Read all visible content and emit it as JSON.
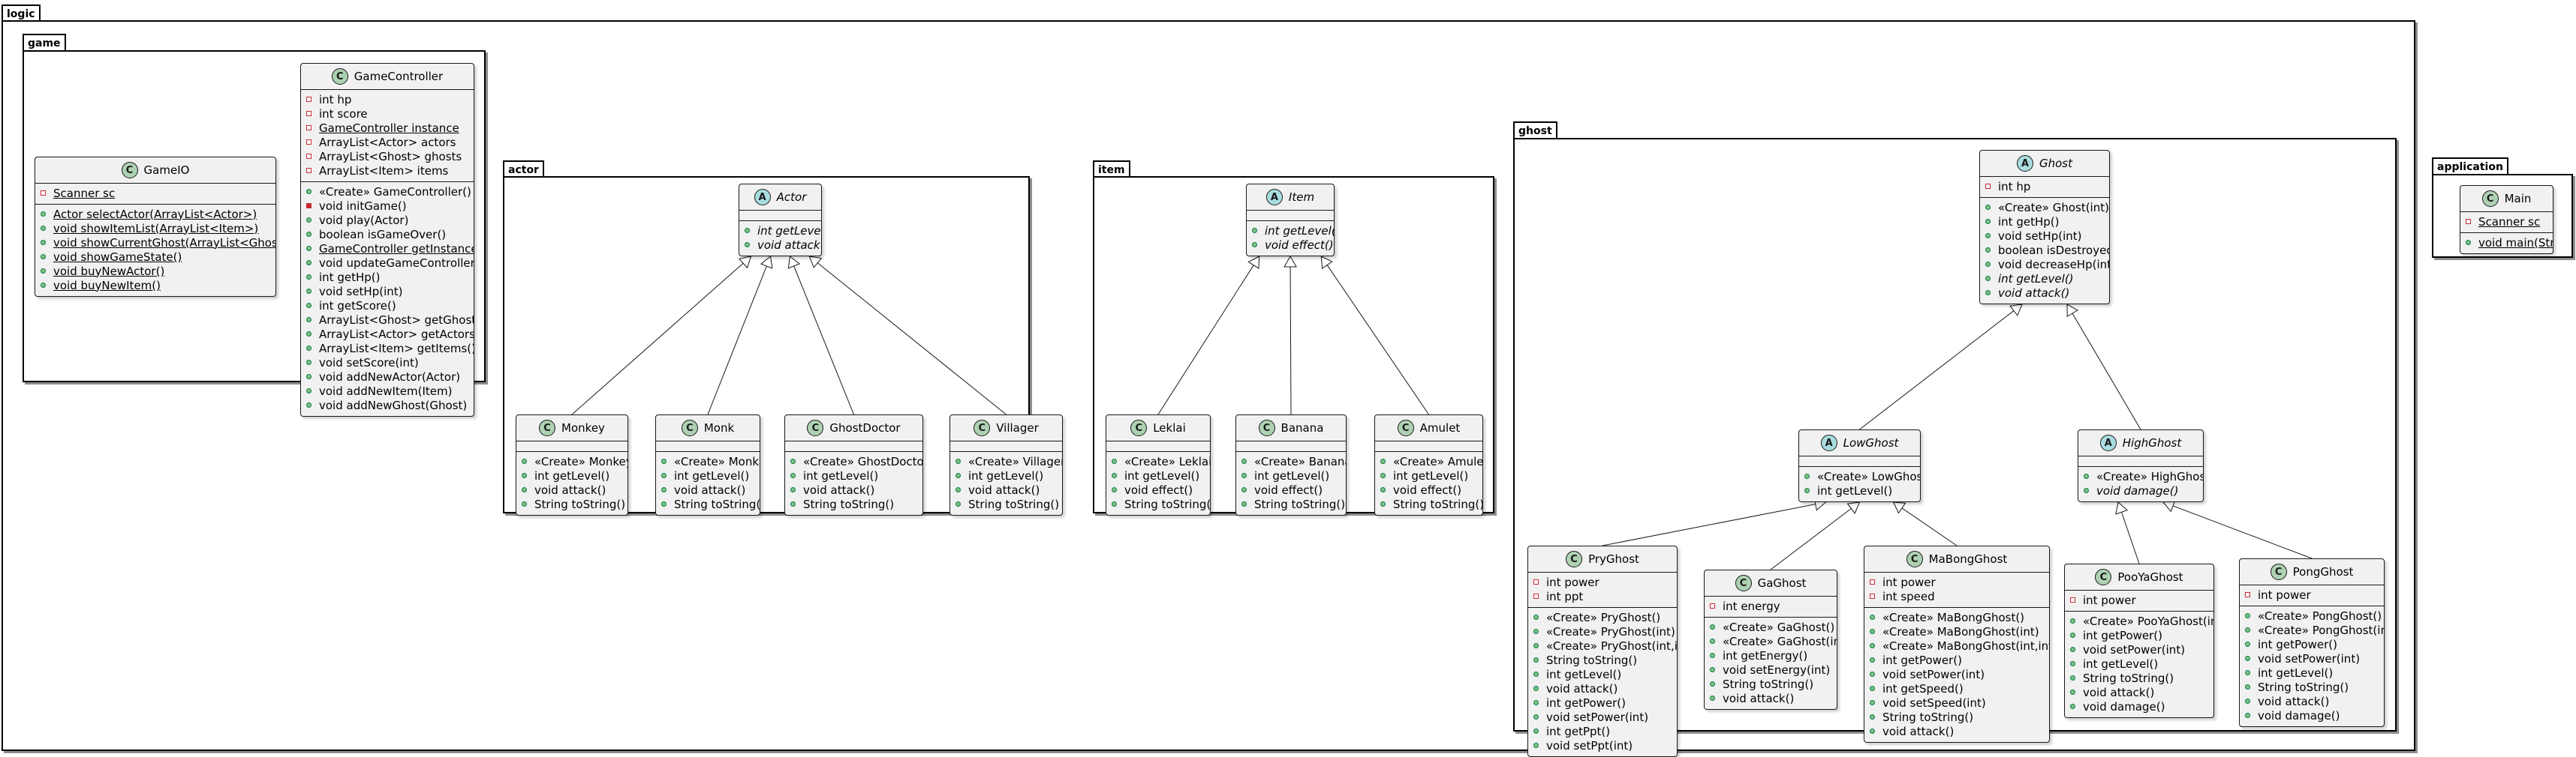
{
  "packages": {
    "logic": "logic",
    "game": "game",
    "actor": "actor",
    "item": "item",
    "ghost": "ghost",
    "application": "application"
  },
  "colors": {
    "class_fill": "#f1f1f1",
    "class_icon": "#add1b2",
    "abstract_icon": "#a9dcdf",
    "private_marker": "#c82930",
    "public_marker": "#84be84"
  },
  "classes": {
    "gameio": {
      "name": "GameIO",
      "kind": "C",
      "fields": [
        {
          "vis": "private",
          "text": "Scanner sc",
          "static": true
        }
      ],
      "methods": [
        {
          "vis": "public",
          "text": "Actor selectActor(ArrayList<Actor>)",
          "static": true
        },
        {
          "vis": "public",
          "text": "void showItemList(ArrayList<Item>)",
          "static": true
        },
        {
          "vis": "public",
          "text": "void showCurrentGhost(ArrayList<Ghost>)",
          "static": true
        },
        {
          "vis": "public",
          "text": "void showGameState()",
          "static": true
        },
        {
          "vis": "public",
          "text": "void buyNewActor()",
          "static": true
        },
        {
          "vis": "public",
          "text": "void buyNewItem()",
          "static": true
        }
      ]
    },
    "gamecontroller": {
      "name": "GameController",
      "kind": "C",
      "fields": [
        {
          "vis": "private",
          "text": "int hp"
        },
        {
          "vis": "private",
          "text": "int score"
        },
        {
          "vis": "private",
          "text": "GameController instance",
          "static": true
        },
        {
          "vis": "private",
          "text": "ArrayList<Actor> actors"
        },
        {
          "vis": "private",
          "text": "ArrayList<Ghost> ghosts"
        },
        {
          "vis": "private",
          "text": "ArrayList<Item> items"
        }
      ],
      "methods": [
        {
          "vis": "public",
          "text": "«Create» GameController()"
        },
        {
          "vis": "private_m",
          "text": "void initGame()"
        },
        {
          "vis": "public",
          "text": "void play(Actor)"
        },
        {
          "vis": "public",
          "text": "boolean isGameOver()"
        },
        {
          "vis": "public",
          "text": "GameController getInstance()",
          "static": true
        },
        {
          "vis": "public",
          "text": "void updateGameController()"
        },
        {
          "vis": "public",
          "text": "int getHp()"
        },
        {
          "vis": "public",
          "text": "void setHp(int)"
        },
        {
          "vis": "public",
          "text": "int getScore()"
        },
        {
          "vis": "public",
          "text": "ArrayList<Ghost> getGhosts()"
        },
        {
          "vis": "public",
          "text": "ArrayList<Actor> getActors()"
        },
        {
          "vis": "public",
          "text": "ArrayList<Item> getItems()"
        },
        {
          "vis": "public",
          "text": "void setScore(int)"
        },
        {
          "vis": "public",
          "text": "void addNewActor(Actor)"
        },
        {
          "vis": "public",
          "text": "void addNewItem(Item)"
        },
        {
          "vis": "public",
          "text": "void addNewGhost(Ghost)"
        }
      ]
    },
    "actor": {
      "name": "Actor",
      "kind": "A",
      "fields": [],
      "methods": [
        {
          "vis": "public",
          "text": "int getLevel()",
          "abstract": true
        },
        {
          "vis": "public",
          "text": "void attack()",
          "abstract": true
        }
      ]
    },
    "monkey": {
      "name": "Monkey",
      "kind": "C",
      "fields": [],
      "methods": [
        {
          "vis": "public",
          "text": "«Create» Monkey()"
        },
        {
          "vis": "public",
          "text": "int getLevel()"
        },
        {
          "vis": "public",
          "text": "void attack()"
        },
        {
          "vis": "public",
          "text": "String toString()"
        }
      ]
    },
    "monk": {
      "name": "Monk",
      "kind": "C",
      "fields": [],
      "methods": [
        {
          "vis": "public",
          "text": "«Create» Monk()"
        },
        {
          "vis": "public",
          "text": "int getLevel()"
        },
        {
          "vis": "public",
          "text": "void attack()"
        },
        {
          "vis": "public",
          "text": "String toString()"
        }
      ]
    },
    "ghostdoctor": {
      "name": "GhostDoctor",
      "kind": "C",
      "fields": [],
      "methods": [
        {
          "vis": "public",
          "text": "«Create» GhostDoctor()"
        },
        {
          "vis": "public",
          "text": "int getLevel()"
        },
        {
          "vis": "public",
          "text": "void attack()"
        },
        {
          "vis": "public",
          "text": "String toString()"
        }
      ]
    },
    "villager": {
      "name": "Villager",
      "kind": "C",
      "fields": [],
      "methods": [
        {
          "vis": "public",
          "text": "«Create» Villager()"
        },
        {
          "vis": "public",
          "text": "int getLevel()"
        },
        {
          "vis": "public",
          "text": "void attack()"
        },
        {
          "vis": "public",
          "text": "String toString()"
        }
      ]
    },
    "item": {
      "name": "Item",
      "kind": "A",
      "fields": [],
      "methods": [
        {
          "vis": "public",
          "text": "int getLevel()",
          "abstract": true
        },
        {
          "vis": "public",
          "text": "void effect()",
          "abstract": true
        }
      ]
    },
    "leklai": {
      "name": "Leklai",
      "kind": "C",
      "fields": [],
      "methods": [
        {
          "vis": "public",
          "text": "«Create» Leklai()"
        },
        {
          "vis": "public",
          "text": "int getLevel()"
        },
        {
          "vis": "public",
          "text": "void effect()"
        },
        {
          "vis": "public",
          "text": "String toString()"
        }
      ]
    },
    "banana": {
      "name": "Banana",
      "kind": "C",
      "fields": [],
      "methods": [
        {
          "vis": "public",
          "text": "«Create» Banana()"
        },
        {
          "vis": "public",
          "text": "int getLevel()"
        },
        {
          "vis": "public",
          "text": "void effect()"
        },
        {
          "vis": "public",
          "text": "String toString()"
        }
      ]
    },
    "amulet": {
      "name": "Amulet",
      "kind": "C",
      "fields": [],
      "methods": [
        {
          "vis": "public",
          "text": "«Create» Amulet()"
        },
        {
          "vis": "public",
          "text": "int getLevel()"
        },
        {
          "vis": "public",
          "text": "void effect()"
        },
        {
          "vis": "public",
          "text": "String toString()"
        }
      ]
    },
    "ghost": {
      "name": "Ghost",
      "kind": "A",
      "fields": [
        {
          "vis": "private",
          "text": "int hp"
        }
      ],
      "methods": [
        {
          "vis": "public",
          "text": "«Create» Ghost(int)"
        },
        {
          "vis": "public",
          "text": "int getHp()"
        },
        {
          "vis": "public",
          "text": "void setHp(int)"
        },
        {
          "vis": "public",
          "text": "boolean isDestroyed()"
        },
        {
          "vis": "public",
          "text": "void decreaseHp(int)"
        },
        {
          "vis": "public",
          "text": "int getLevel()",
          "abstract": true
        },
        {
          "vis": "public",
          "text": "void attack()",
          "abstract": true
        }
      ]
    },
    "lowghost": {
      "name": "LowGhost",
      "kind": "A",
      "fields": [],
      "methods": [
        {
          "vis": "public",
          "text": "«Create» LowGhost()"
        },
        {
          "vis": "public",
          "text": "int getLevel()"
        }
      ]
    },
    "highghost": {
      "name": "HighGhost",
      "kind": "A",
      "fields": [],
      "methods": [
        {
          "vis": "public",
          "text": "«Create» HighGhost()"
        },
        {
          "vis": "public",
          "text": "void damage()",
          "abstract": true
        }
      ]
    },
    "pryghost": {
      "name": "PryGhost",
      "kind": "C",
      "fields": [
        {
          "vis": "private",
          "text": "int power"
        },
        {
          "vis": "private",
          "text": "int ppt"
        }
      ],
      "methods": [
        {
          "vis": "public",
          "text": "«Create» PryGhost()"
        },
        {
          "vis": "public",
          "text": "«Create» PryGhost(int)"
        },
        {
          "vis": "public",
          "text": "«Create» PryGhost(int,int)"
        },
        {
          "vis": "public",
          "text": "String toString()"
        },
        {
          "vis": "public",
          "text": "int getLevel()"
        },
        {
          "vis": "public",
          "text": "void attack()"
        },
        {
          "vis": "public",
          "text": "int getPower()"
        },
        {
          "vis": "public",
          "text": "void setPower(int)"
        },
        {
          "vis": "public",
          "text": "int getPpt()"
        },
        {
          "vis": "public",
          "text": "void setPpt(int)"
        }
      ]
    },
    "gaghost": {
      "name": "GaGhost",
      "kind": "C",
      "fields": [
        {
          "vis": "private",
          "text": "int energy"
        }
      ],
      "methods": [
        {
          "vis": "public",
          "text": "«Create» GaGhost()"
        },
        {
          "vis": "public",
          "text": "«Create» GaGhost(int)"
        },
        {
          "vis": "public",
          "text": "int getEnergy()"
        },
        {
          "vis": "public",
          "text": "void setEnergy(int)"
        },
        {
          "vis": "public",
          "text": "String toString()"
        },
        {
          "vis": "public",
          "text": "void attack()"
        }
      ]
    },
    "mabongghost": {
      "name": "MaBongGhost",
      "kind": "C",
      "fields": [
        {
          "vis": "private",
          "text": "int power"
        },
        {
          "vis": "private",
          "text": "int speed"
        }
      ],
      "methods": [
        {
          "vis": "public",
          "text": "«Create» MaBongGhost()"
        },
        {
          "vis": "public",
          "text": "«Create» MaBongGhost(int)"
        },
        {
          "vis": "public",
          "text": "«Create» MaBongGhost(int,int)"
        },
        {
          "vis": "public",
          "text": "int getPower()"
        },
        {
          "vis": "public",
          "text": "void setPower(int)"
        },
        {
          "vis": "public",
          "text": "int getSpeed()"
        },
        {
          "vis": "public",
          "text": "void setSpeed(int)"
        },
        {
          "vis": "public",
          "text": "String toString()"
        },
        {
          "vis": "public",
          "text": "void attack()"
        }
      ]
    },
    "pooyaghost": {
      "name": "PooYaGhost",
      "kind": "C",
      "fields": [
        {
          "vis": "private",
          "text": "int power"
        }
      ],
      "methods": [
        {
          "vis": "public",
          "text": "«Create» PooYaGhost(int)"
        },
        {
          "vis": "public",
          "text": "int getPower()"
        },
        {
          "vis": "public",
          "text": "void setPower(int)"
        },
        {
          "vis": "public",
          "text": "int getLevel()"
        },
        {
          "vis": "public",
          "text": "String toString()"
        },
        {
          "vis": "public",
          "text": "void attack()"
        },
        {
          "vis": "public",
          "text": "void damage()"
        }
      ]
    },
    "pongghost": {
      "name": "PongGhost",
      "kind": "C",
      "fields": [
        {
          "vis": "private",
          "text": "int power"
        }
      ],
      "methods": [
        {
          "vis": "public",
          "text": "«Create» PongGhost()"
        },
        {
          "vis": "public",
          "text": "«Create» PongGhost(int)"
        },
        {
          "vis": "public",
          "text": "int getPower()"
        },
        {
          "vis": "public",
          "text": "void setPower(int)"
        },
        {
          "vis": "public",
          "text": "int getLevel()"
        },
        {
          "vis": "public",
          "text": "String toString()"
        },
        {
          "vis": "public",
          "text": "void attack()"
        },
        {
          "vis": "public",
          "text": "void damage()"
        }
      ]
    },
    "main": {
      "name": "Main",
      "kind": "C",
      "fields": [
        {
          "vis": "private",
          "text": "Scanner sc",
          "static": true
        }
      ],
      "methods": [
        {
          "vis": "public",
          "text": "void main(String[])",
          "static": true
        }
      ]
    }
  },
  "inheritance": [
    [
      "monkey",
      "actor"
    ],
    [
      "monk",
      "actor"
    ],
    [
      "ghostdoctor",
      "actor"
    ],
    [
      "villager",
      "actor"
    ],
    [
      "leklai",
      "item"
    ],
    [
      "banana",
      "item"
    ],
    [
      "amulet",
      "item"
    ],
    [
      "lowghost",
      "ghost"
    ],
    [
      "highghost",
      "ghost"
    ],
    [
      "pryghost",
      "lowghost"
    ],
    [
      "gaghost",
      "lowghost"
    ],
    [
      "mabongghost",
      "lowghost"
    ],
    [
      "pooyaghost",
      "highghost"
    ],
    [
      "pongghost",
      "highghost"
    ]
  ]
}
